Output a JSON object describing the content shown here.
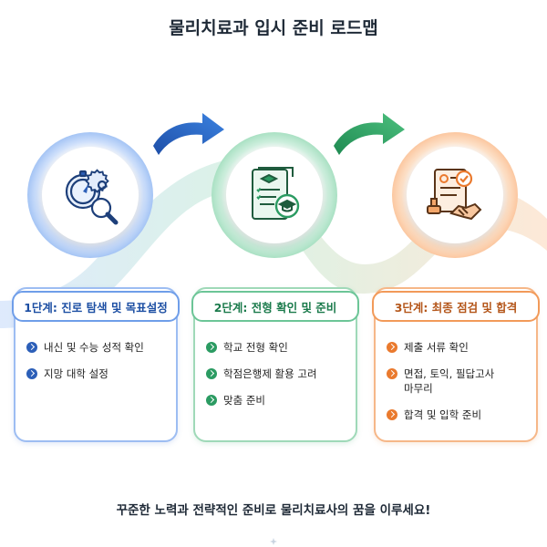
{
  "title": "물리치료과 입시 준비 로드맵",
  "stages": [
    {
      "header": "1단계: 진로 탐색 및 목표설정",
      "icon": "compass-magnifier-gear-icon",
      "color": "#2c5fb8",
      "items": [
        "내신 및 수능 성적 확인",
        "지망 대학 설정"
      ]
    },
    {
      "header": "2단계: 전형 확인 및 준비",
      "icon": "document-graduation-cap-icon",
      "color": "#2b9b62",
      "items": [
        "학교 전형 확인",
        "학점은행제 활용 고려",
        "맞춤 준비"
      ]
    },
    {
      "header": "3단계: 최종 점검 및 합격",
      "icon": "document-stamp-handshake-icon",
      "color": "#ea7a2e",
      "items": [
        "제출 서류 확인",
        "면접, 토익, 필답고사",
        "마무리",
        "합격 및 입학 준비"
      ]
    }
  ],
  "arrows": [
    {
      "icon": "arrow-right-icon",
      "color": "#2f6fd0"
    },
    {
      "icon": "arrow-right-icon",
      "color": "#3aa866"
    }
  ],
  "footer": "꾸준한 노력과 전략적인 준비로 물리치료사의 꿈을 이루세요!"
}
